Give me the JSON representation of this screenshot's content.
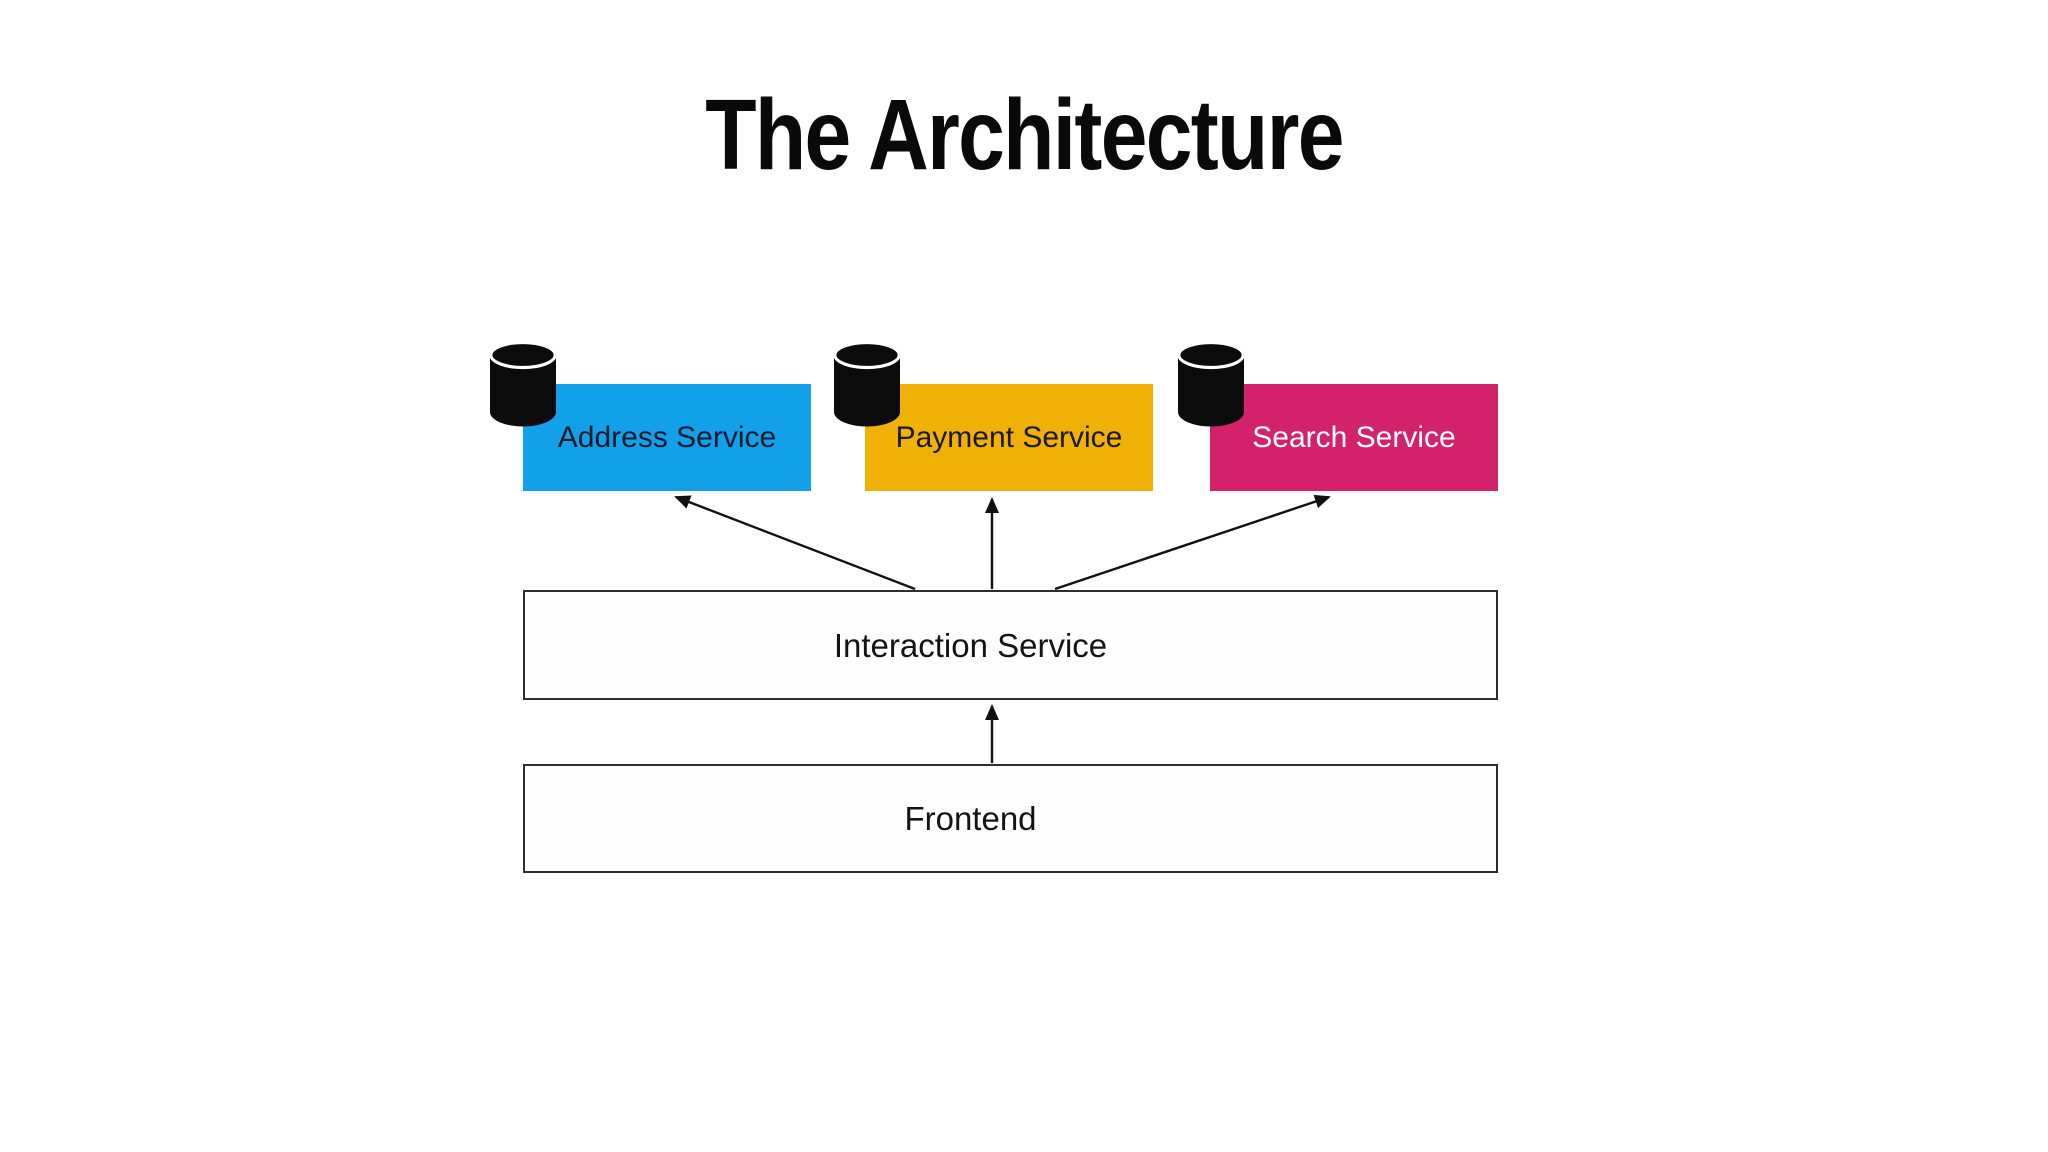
{
  "page": {
    "title": "The Architecture"
  },
  "diagram": {
    "services": [
      {
        "label": "Address Service",
        "color": "#12a0e9",
        "text_color": "#181a2c",
        "icon": "database-cylinder-icon"
      },
      {
        "label": "Payment Service",
        "color": "#f0b005",
        "text_color": "#181a2c",
        "icon": "database-cylinder-icon"
      },
      {
        "label": "Search Service",
        "color": "#d3226b",
        "text_color": "#ffffff",
        "icon": "database-cylinder-icon"
      }
    ],
    "interaction_box": {
      "label": "Interaction Service"
    },
    "frontend_box": {
      "label": "Frontend"
    },
    "connections": [
      {
        "from": "Frontend",
        "to": "Interaction Service"
      },
      {
        "from": "Interaction Service",
        "to": "Address Service"
      },
      {
        "from": "Interaction Service",
        "to": "Payment Service"
      },
      {
        "from": "Interaction Service",
        "to": "Search Service"
      }
    ],
    "arrow_color": "#111111"
  }
}
